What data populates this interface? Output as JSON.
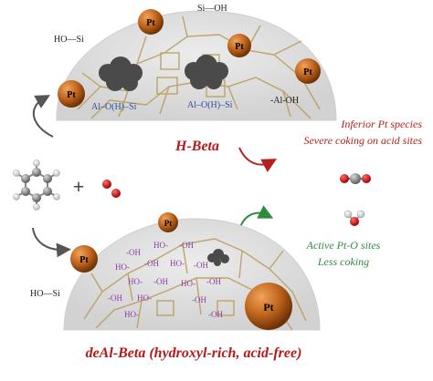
{
  "top_particle": {
    "title": "H-Beta",
    "pt_label": "Pt",
    "silanol_top": "Si—OH",
    "silanol_left": "HO—Si",
    "acid_site_1": "Al–O(H)–Si",
    "acid_site_2": "Al–O(H)–Si",
    "al_oh": "-Al-OH"
  },
  "top_notes": {
    "line1": "Inferior Pt species",
    "line2": "Severe coking on acid sites"
  },
  "bottom_particle": {
    "title": "deAl-Beta (hydroxyl-rich, acid-free)",
    "pt_label": "Pt",
    "silanol_left": "HO—Si",
    "hydroxyl_a": "-OH",
    "hydroxyl_b": "HO-"
  },
  "bottom_notes": {
    "line1": "Active Pt-O sites",
    "line2": "Less coking"
  },
  "reactants": {
    "plus": "+"
  },
  "colors": {
    "pt_ball": "#c0651e",
    "red_note": "#b42020",
    "green_note": "#2e8b3e",
    "title": "#b81818",
    "purple_oh": "#8a3fa0",
    "blue_site": "#2a4f9a"
  }
}
